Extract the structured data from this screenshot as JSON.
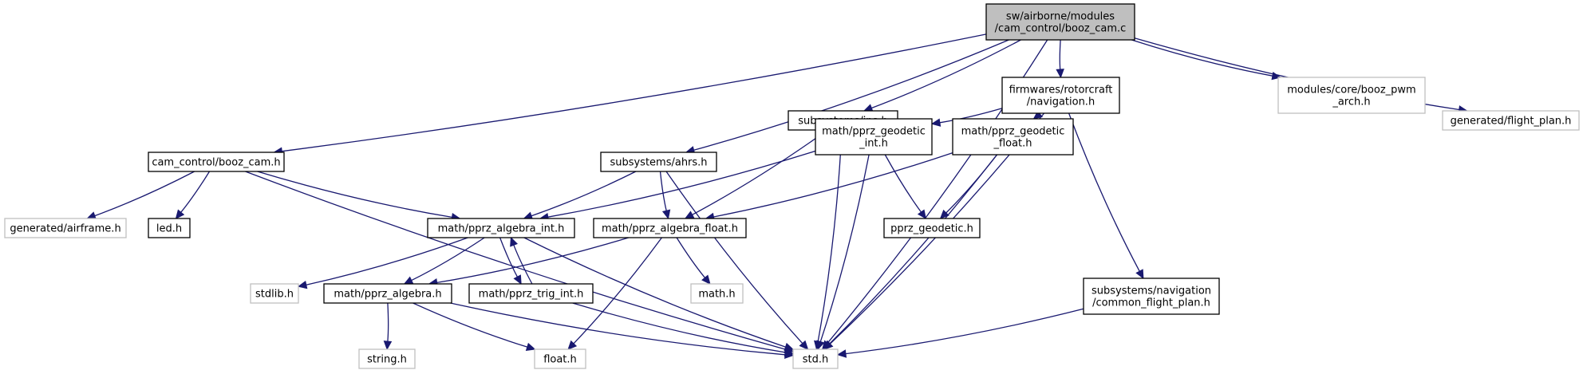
{
  "nodes": [
    {
      "id": "booz_cam_c",
      "lines": [
        "sw/airborne/modules",
        "/cam_control/booz_cam.c"
      ],
      "style": "root"
    },
    {
      "id": "booz_cam_h",
      "lines": [
        "cam_control/booz_cam.h"
      ],
      "style": "normal"
    },
    {
      "id": "ahrs_h",
      "lines": [
        "subsystems/ahrs.h"
      ],
      "style": "normal"
    },
    {
      "id": "ins_h",
      "lines": [
        "subsystems/ins.h"
      ],
      "style": "normal"
    },
    {
      "id": "navigation_h",
      "lines": [
        "firmwares/rotorcraft",
        "/navigation.h"
      ],
      "style": "normal"
    },
    {
      "id": "booz_pwm_arch_h",
      "lines": [
        "modules/core/booz_pwm",
        "_arch.h"
      ],
      "style": "external"
    },
    {
      "id": "flight_plan_h",
      "lines": [
        "generated/flight_plan.h"
      ],
      "style": "external"
    },
    {
      "id": "airframe_h",
      "lines": [
        "generated/airframe.h"
      ],
      "style": "external"
    },
    {
      "id": "led_h",
      "lines": [
        "led.h"
      ],
      "style": "normal"
    },
    {
      "id": "pprz_algebra_int_h",
      "lines": [
        "math/pprz_algebra_int.h"
      ],
      "style": "normal"
    },
    {
      "id": "pprz_algebra_float_h",
      "lines": [
        "math/pprz_algebra_float.h"
      ],
      "style": "normal"
    },
    {
      "id": "pprz_geodetic_int_h",
      "lines": [
        "math/pprz_geodetic",
        "_int.h"
      ],
      "style": "normal"
    },
    {
      "id": "pprz_geodetic_float_h",
      "lines": [
        "math/pprz_geodetic",
        "_float.h"
      ],
      "style": "normal"
    },
    {
      "id": "pprz_geodetic_h",
      "lines": [
        "pprz_geodetic.h"
      ],
      "style": "normal"
    },
    {
      "id": "stdlib_h",
      "lines": [
        "stdlib.h"
      ],
      "style": "external"
    },
    {
      "id": "pprz_algebra_h",
      "lines": [
        "math/pprz_algebra.h"
      ],
      "style": "normal"
    },
    {
      "id": "pprz_trig_int_h",
      "lines": [
        "math/pprz_trig_int.h"
      ],
      "style": "normal"
    },
    {
      "id": "math_h",
      "lines": [
        "math.h"
      ],
      "style": "external"
    },
    {
      "id": "common_flight_plan_h",
      "lines": [
        "subsystems/navigation",
        "/common_flight_plan.h"
      ],
      "style": "normal"
    },
    {
      "id": "string_h",
      "lines": [
        "string.h"
      ],
      "style": "external"
    },
    {
      "id": "float_h",
      "lines": [
        "float.h"
      ],
      "style": "external"
    },
    {
      "id": "std_h",
      "lines": [
        "std.h"
      ],
      "style": "external"
    }
  ],
  "edges": [
    [
      "booz_cam_c",
      "booz_cam_h"
    ],
    [
      "booz_cam_c",
      "ahrs_h"
    ],
    [
      "booz_cam_c",
      "ins_h"
    ],
    [
      "booz_cam_c",
      "navigation_h"
    ],
    [
      "booz_cam_c",
      "std_h"
    ],
    [
      "booz_cam_c",
      "booz_pwm_arch_h"
    ],
    [
      "booz_cam_c",
      "flight_plan_h"
    ],
    [
      "booz_cam_h",
      "airframe_h"
    ],
    [
      "booz_cam_h",
      "led_h"
    ],
    [
      "booz_cam_h",
      "pprz_algebra_int_h"
    ],
    [
      "booz_cam_h",
      "std_h"
    ],
    [
      "ahrs_h",
      "pprz_algebra_int_h"
    ],
    [
      "ahrs_h",
      "pprz_algebra_float_h"
    ],
    [
      "ahrs_h",
      "std_h"
    ],
    [
      "ins_h",
      "pprz_geodetic_int_h"
    ],
    [
      "ins_h",
      "pprz_algebra_float_h"
    ],
    [
      "ins_h",
      "std_h"
    ],
    [
      "navigation_h",
      "pprz_geodetic_int_h"
    ],
    [
      "navigation_h",
      "pprz_geodetic_float_h"
    ],
    [
      "navigation_h",
      "std_h"
    ],
    [
      "navigation_h",
      "common_flight_plan_h"
    ],
    [
      "pprz_geodetic_int_h",
      "pprz_algebra_int_h"
    ],
    [
      "pprz_geodetic_int_h",
      "pprz_geodetic_h"
    ],
    [
      "pprz_geodetic_int_h",
      "std_h"
    ],
    [
      "pprz_geodetic_float_h",
      "pprz_algebra_float_h"
    ],
    [
      "pprz_geodetic_float_h",
      "pprz_geodetic_h"
    ],
    [
      "pprz_geodetic_float_h",
      "std_h"
    ],
    [
      "pprz_algebra_int_h",
      "stdlib_h"
    ],
    [
      "pprz_algebra_int_h",
      "pprz_algebra_h"
    ],
    [
      "pprz_algebra_int_h",
      "pprz_trig_int_h"
    ],
    [
      "pprz_algebra_int_h",
      "std_h"
    ],
    [
      "pprz_trig_int_h",
      "pprz_algebra_int_h"
    ],
    [
      "pprz_trig_int_h",
      "std_h"
    ],
    [
      "pprz_algebra_float_h",
      "pprz_algebra_h"
    ],
    [
      "pprz_algebra_float_h",
      "math_h"
    ],
    [
      "pprz_algebra_float_h",
      "float_h"
    ],
    [
      "pprz_algebra_h",
      "string_h"
    ],
    [
      "pprz_algebra_h",
      "float_h"
    ],
    [
      "pprz_algebra_h",
      "std_h"
    ],
    [
      "common_flight_plan_h",
      "std_h"
    ]
  ],
  "colors": {
    "edge": "#191970",
    "root_fill": "#bfbfbf",
    "node_border": "#000000",
    "external_border": "#bfbfbf",
    "background": "#ffffff"
  }
}
